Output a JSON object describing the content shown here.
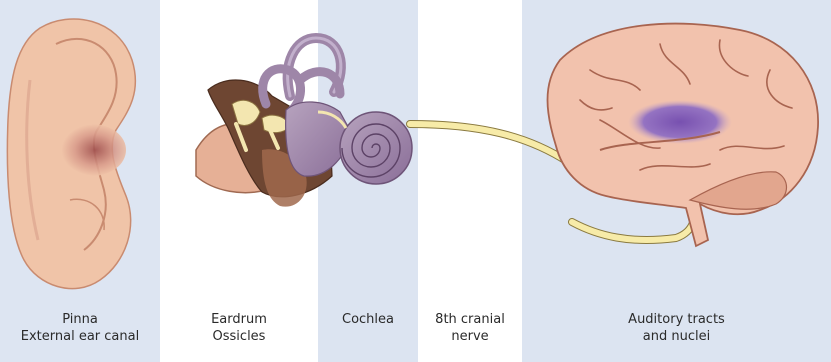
{
  "colors": {
    "panel_blue": "#dce4f1",
    "panel_light": "#eef2f8",
    "skin": "#f0c4a8",
    "skin_dark": "#c4796a",
    "bone": "#7a5038",
    "cochlea": "#9e86a8",
    "nerve": "#f7eba8",
    "brain": "#f2c2ad",
    "auditory_area": "#7a56b8"
  },
  "stages": [
    {
      "id": "pinna",
      "line1": "Pinna",
      "line2": "External ear canal"
    },
    {
      "id": "middle",
      "line1": "Eardrum",
      "line2": "Ossicles"
    },
    {
      "id": "cochlea",
      "line1": "Cochlea",
      "line2": ""
    },
    {
      "id": "nerve",
      "line1": "8th cranial",
      "line2": "nerve"
    },
    {
      "id": "brain",
      "line1": "Auditory tracts",
      "line2": "and nuclei"
    }
  ]
}
